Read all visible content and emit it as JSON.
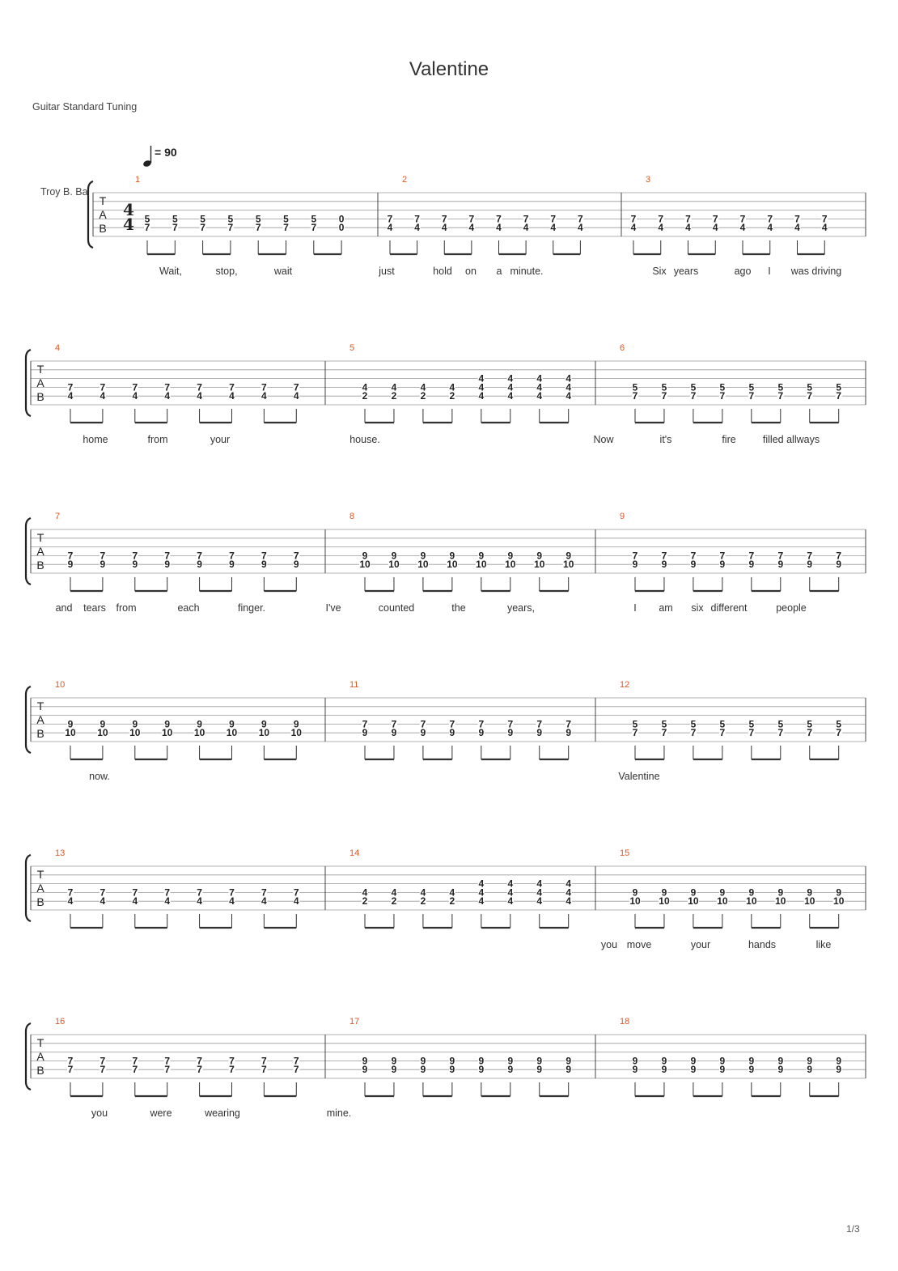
{
  "title": "Valentine",
  "tuning": "Guitar Standard Tuning",
  "tempo": "= 90",
  "instrument": "Troy B. Ba",
  "time_signature": [
    "4",
    "4"
  ],
  "tab_letters": [
    "T",
    "A",
    "B"
  ],
  "page_number": "1/3",
  "systems": [
    {
      "bars": [
        {
          "number": "1",
          "notes": [
            [
              "5",
              "7"
            ],
            [
              "5",
              "7"
            ],
            [
              "5",
              "7"
            ],
            [
              "5",
              "7"
            ],
            [
              "5",
              "7"
            ],
            [
              "5",
              "7"
            ],
            [
              "5",
              "7"
            ],
            [
              "0",
              "0"
            ]
          ]
        },
        {
          "number": "2",
          "notes": [
            [
              "7",
              "4"
            ],
            [
              "7",
              "4"
            ],
            [
              "7",
              "4"
            ],
            [
              "7",
              "4"
            ],
            [
              "7",
              "4"
            ],
            [
              "7",
              "4"
            ],
            [
              "7",
              "4"
            ],
            [
              "7",
              "4"
            ]
          ]
        },
        {
          "number": "3",
          "notes": [
            [
              "7",
              "4"
            ],
            [
              "7",
              "4"
            ],
            [
              "7",
              "4"
            ],
            [
              "7",
              "4"
            ],
            [
              "7",
              "4"
            ],
            [
              "7",
              "4"
            ],
            [
              "7",
              "4"
            ],
            [
              "7",
              "4"
            ]
          ]
        }
      ],
      "lyrics": [
        "Wait,",
        "stop,",
        "wait",
        "just",
        "hold",
        "on",
        "a",
        "minute.",
        "Six",
        "years",
        "ago",
        "I",
        "was driving"
      ]
    },
    {
      "bars": [
        {
          "number": "4",
          "notes": [
            [
              "7",
              "4"
            ],
            [
              "7",
              "4"
            ],
            [
              "7",
              "4"
            ],
            [
              "7",
              "4"
            ],
            [
              "7",
              "4"
            ],
            [
              "7",
              "4"
            ],
            [
              "7",
              "4"
            ],
            [
              "7",
              "4"
            ]
          ]
        },
        {
          "number": "5",
          "notes": [
            [
              "4",
              "2"
            ],
            [
              "4",
              "2"
            ],
            [
              "4",
              "2"
            ],
            [
              "4",
              "2"
            ],
            [
              "4",
              "4",
              "4"
            ],
            [
              "4",
              "4",
              "4"
            ],
            [
              "4",
              "4",
              "4"
            ],
            [
              "4",
              "4",
              "4"
            ]
          ]
        },
        {
          "number": "6",
          "notes": [
            [
              "5",
              "7"
            ],
            [
              "5",
              "7"
            ],
            [
              "5",
              "7"
            ],
            [
              "5",
              "7"
            ],
            [
              "5",
              "7"
            ],
            [
              "5",
              "7"
            ],
            [
              "5",
              "7"
            ],
            [
              "5",
              "7"
            ]
          ]
        }
      ],
      "lyrics": [
        "home",
        "from",
        "your",
        "house.",
        "Now",
        "it's",
        "fire",
        "filled allways"
      ]
    },
    {
      "bars": [
        {
          "number": "7",
          "notes": [
            [
              "7",
              "9"
            ],
            [
              "7",
              "9"
            ],
            [
              "7",
              "9"
            ],
            [
              "7",
              "9"
            ],
            [
              "7",
              "9"
            ],
            [
              "7",
              "9"
            ],
            [
              "7",
              "9"
            ],
            [
              "7",
              "9"
            ]
          ]
        },
        {
          "number": "8",
          "notes": [
            [
              "9",
              "10"
            ],
            [
              "9",
              "10"
            ],
            [
              "9",
              "10"
            ],
            [
              "9",
              "10"
            ],
            [
              "9",
              "10"
            ],
            [
              "9",
              "10"
            ],
            [
              "9",
              "10"
            ],
            [
              "9",
              "10"
            ]
          ]
        },
        {
          "number": "9",
          "notes": [
            [
              "7",
              "9"
            ],
            [
              "7",
              "9"
            ],
            [
              "7",
              "9"
            ],
            [
              "7",
              "9"
            ],
            [
              "7",
              "9"
            ],
            [
              "7",
              "9"
            ],
            [
              "7",
              "9"
            ],
            [
              "7",
              "9"
            ]
          ]
        }
      ],
      "lyrics": [
        "and",
        "tears",
        "from",
        "each",
        "finger.",
        "I've",
        "counted",
        "the",
        "years,",
        "I",
        "am",
        "six",
        "different",
        "people"
      ]
    },
    {
      "bars": [
        {
          "number": "10",
          "notes": [
            [
              "9",
              "10"
            ],
            [
              "9",
              "10"
            ],
            [
              "9",
              "10"
            ],
            [
              "9",
              "10"
            ],
            [
              "9",
              "10"
            ],
            [
              "9",
              "10"
            ],
            [
              "9",
              "10"
            ],
            [
              "9",
              "10"
            ]
          ]
        },
        {
          "number": "11",
          "notes": [
            [
              "7",
              "9"
            ],
            [
              "7",
              "9"
            ],
            [
              "7",
              "9"
            ],
            [
              "7",
              "9"
            ],
            [
              "7",
              "9"
            ],
            [
              "7",
              "9"
            ],
            [
              "7",
              "9"
            ],
            [
              "7",
              "9"
            ]
          ]
        },
        {
          "number": "12",
          "notes": [
            [
              "5",
              "7"
            ],
            [
              "5",
              "7"
            ],
            [
              "5",
              "7"
            ],
            [
              "5",
              "7"
            ],
            [
              "5",
              "7"
            ],
            [
              "5",
              "7"
            ],
            [
              "5",
              "7"
            ],
            [
              "5",
              "7"
            ]
          ]
        }
      ],
      "lyrics": [
        "now.",
        "Valentine"
      ]
    },
    {
      "bars": [
        {
          "number": "13",
          "notes": [
            [
              "7",
              "4"
            ],
            [
              "7",
              "4"
            ],
            [
              "7",
              "4"
            ],
            [
              "7",
              "4"
            ],
            [
              "7",
              "4"
            ],
            [
              "7",
              "4"
            ],
            [
              "7",
              "4"
            ],
            [
              "7",
              "4"
            ]
          ]
        },
        {
          "number": "14",
          "notes": [
            [
              "4",
              "2"
            ],
            [
              "4",
              "2"
            ],
            [
              "4",
              "2"
            ],
            [
              "4",
              "2"
            ],
            [
              "4",
              "4",
              "4"
            ],
            [
              "4",
              "4",
              "4"
            ],
            [
              "4",
              "4",
              "4"
            ],
            [
              "4",
              "4",
              "4"
            ]
          ]
        },
        {
          "number": "15",
          "notes": [
            [
              "9",
              "10"
            ],
            [
              "9",
              "10"
            ],
            [
              "9",
              "10"
            ],
            [
              "9",
              "10"
            ],
            [
              "9",
              "10"
            ],
            [
              "9",
              "10"
            ],
            [
              "9",
              "10"
            ],
            [
              "9",
              "10"
            ]
          ]
        }
      ],
      "lyrics": [
        "you",
        "move",
        "your",
        "hands",
        "like"
      ]
    },
    {
      "bars": [
        {
          "number": "16",
          "notes": [
            [
              "7",
              "7"
            ],
            [
              "7",
              "7"
            ],
            [
              "7",
              "7"
            ],
            [
              "7",
              "7"
            ],
            [
              "7",
              "7"
            ],
            [
              "7",
              "7"
            ],
            [
              "7",
              "7"
            ],
            [
              "7",
              "7"
            ]
          ]
        },
        {
          "number": "17",
          "notes": [
            [
              "9",
              "9"
            ],
            [
              "9",
              "9"
            ],
            [
              "9",
              "9"
            ],
            [
              "9",
              "9"
            ],
            [
              "9",
              "9"
            ],
            [
              "9",
              "9"
            ],
            [
              "9",
              "9"
            ],
            [
              "9",
              "9"
            ]
          ]
        },
        {
          "number": "18",
          "notes": [
            [
              "9",
              "9"
            ],
            [
              "9",
              "9"
            ],
            [
              "9",
              "9"
            ],
            [
              "9",
              "9"
            ],
            [
              "9",
              "9"
            ],
            [
              "9",
              "9"
            ],
            [
              "9",
              "9"
            ],
            [
              "9",
              "9"
            ]
          ]
        }
      ],
      "lyrics": [
        "you",
        "were",
        "wearing",
        "mine."
      ]
    }
  ]
}
